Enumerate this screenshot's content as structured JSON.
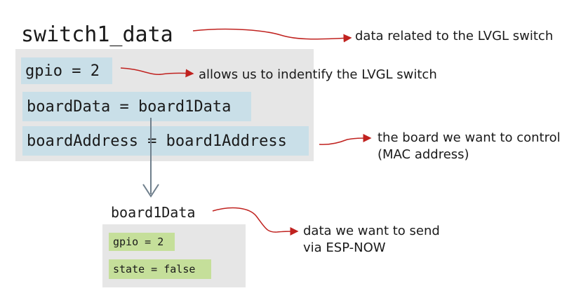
{
  "switch": {
    "title": "switch1_data",
    "fields": [
      "gpio = 2",
      "boardData = board1Data",
      "boardAddress = board1Address"
    ]
  },
  "board": {
    "title": "board1Data",
    "fields": [
      "gpio = 2",
      "state = false"
    ]
  },
  "annotations": {
    "switch_title": "data related to the LVGL switch",
    "gpio": "allows us to indentify the LVGL switch",
    "board_address_line1": "the board we want to control",
    "board_address_line2": "(MAC address)",
    "board_title_line1": "data we want to send",
    "board_title_line2": "via ESP-NOW"
  },
  "colors": {
    "panel": "#e6e6e6",
    "blue_chip": "#c9dfe8",
    "green_chip": "#c5df9a",
    "red_arrow": "#c0221f",
    "gray_arrow": "#6f7f8c"
  }
}
